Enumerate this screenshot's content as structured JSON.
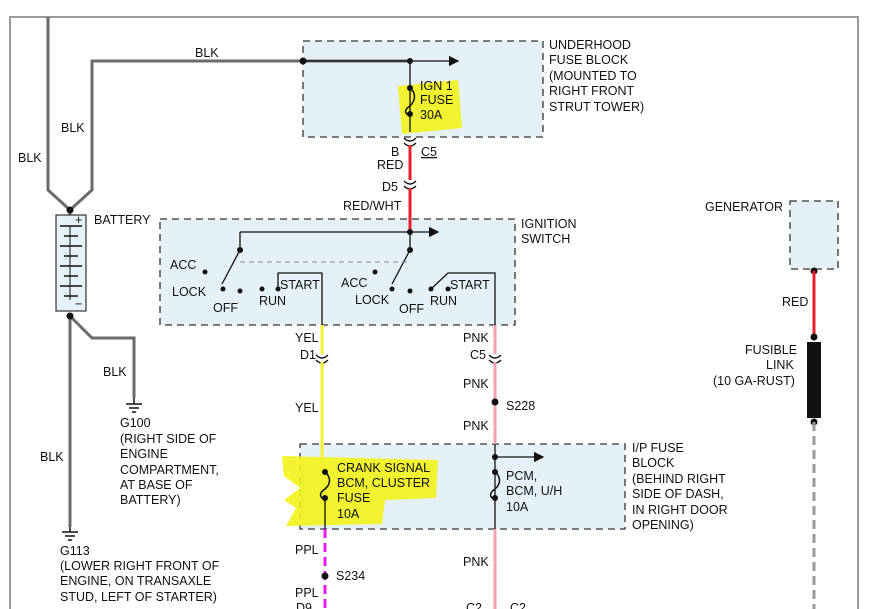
{
  "colors": {
    "blk": "#6b6b6b",
    "red": "#e8202a",
    "yellow": "#f4f22c",
    "pink": "#f3a3b0",
    "purple": "#ea1aea",
    "gray": "#9a9a9a",
    "highlight": "#f2f21a",
    "box_fill": "#e4f1f8"
  },
  "fuse_block_underhood": {
    "title": [
      "UNDERHOOD",
      "FUSE BLOCK",
      "(MOUNTED TO",
      "RIGHT FRONT",
      "STRUT TOWER)"
    ],
    "fuse": [
      "IGN 1",
      "FUSE",
      "30A"
    ]
  },
  "connectors": {
    "b": "B",
    "c5_top": "C5",
    "d5": "D5",
    "d1": "D1",
    "c5_mid": "C5",
    "d9": "D9",
    "c2_left": "C2",
    "c2_right": "C2"
  },
  "wire_labels": {
    "blk_top": "BLK",
    "blk_mid": "BLK",
    "blk_left": "BLK",
    "blk_g100": "BLK",
    "blk_low": "BLK",
    "red_top": "RED",
    "red_wht": "RED/WHT",
    "yel_1": "YEL",
    "yel_2": "YEL",
    "pnk_1": "PNK",
    "pnk_2": "PNK",
    "pnk_3": "PNK",
    "pnk_4": "PNK",
    "ppl_1": "PPL",
    "ppl_2": "PPL",
    "red_gen": "RED"
  },
  "battery": {
    "label": "BATTERY",
    "plus": "+",
    "minus": "−"
  },
  "ignition_switch": {
    "title": [
      "IGNITION",
      "SWITCH"
    ],
    "left": {
      "acc": "ACC",
      "lock": "LOCK",
      "off": "OFF",
      "run": "RUN",
      "start": "START"
    },
    "right": {
      "acc": "ACC",
      "lock": "LOCK",
      "off": "OFF",
      "run": "RUN",
      "start": "START"
    }
  },
  "grounds": {
    "g100": [
      "G100",
      "(RIGHT SIDE OF",
      "ENGINE",
      "COMPARTMENT,",
      "AT BASE OF",
      "BATTERY)"
    ],
    "g113": [
      "G113",
      "(LOWER RIGHT FRONT OF",
      "ENGINE, ON TRANSAXLE",
      "STUD, LEFT OF STARTER)"
    ]
  },
  "splices": {
    "s228": "S228",
    "s234": "S234"
  },
  "ip_fuse_block": {
    "title": [
      "I/P FUSE",
      "BLOCK",
      "(BEHIND RIGHT",
      "SIDE OF DASH,",
      "IN RIGHT DOOR",
      "OPENING)"
    ],
    "fuse_left": [
      "CRANK SIGNAL",
      "BCM, CLUSTER",
      "FUSE",
      "10A"
    ],
    "fuse_right": [
      "PCM,",
      "BCM, U/H",
      "10A"
    ]
  },
  "generator": {
    "label": "GENERATOR",
    "fusible_link": [
      "FUSIBLE",
      "LINK",
      "(10 GA-RUST)"
    ]
  }
}
